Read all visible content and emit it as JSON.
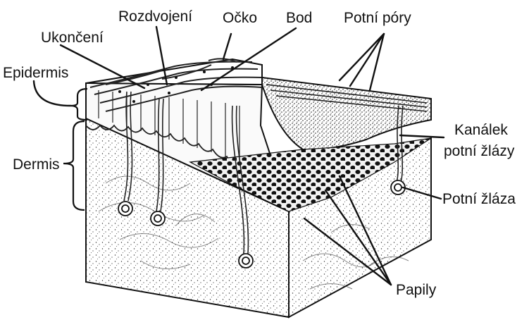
{
  "labels": {
    "rozdvojeni": "Rozdvojení",
    "ocko": "Očko",
    "bod": "Bod",
    "potni_pory": "Potní póry",
    "ukonceni": "Ukončení",
    "epidermis": "Epidermis",
    "dermis": "Dermis",
    "kanalek_line1": "Kanálek",
    "kanalek_line2": "potní žlázy",
    "potni_zlaza": "Potní žláza",
    "papily": "Papily"
  },
  "colors": {
    "ink": "#111111",
    "paper": "#ffffff",
    "stipple": "#444444"
  }
}
